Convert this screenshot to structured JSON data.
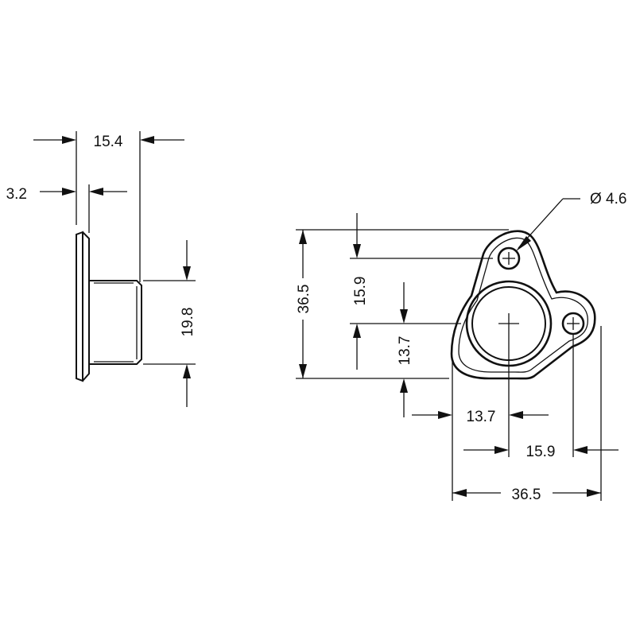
{
  "drawing": {
    "side_view": {
      "overall_width": "15.4",
      "flange_thickness": "3.2",
      "body_height": "19.8"
    },
    "front_view": {
      "hole_diameter": "Ø 4.6",
      "overall_height": "36.5",
      "top_hole_offset_vertical": "15.9",
      "center_offset_vertical": "13.7",
      "center_offset_horizontal": "13.7",
      "side_hole_offset_horizontal": "15.9",
      "overall_width": "36.5"
    }
  }
}
